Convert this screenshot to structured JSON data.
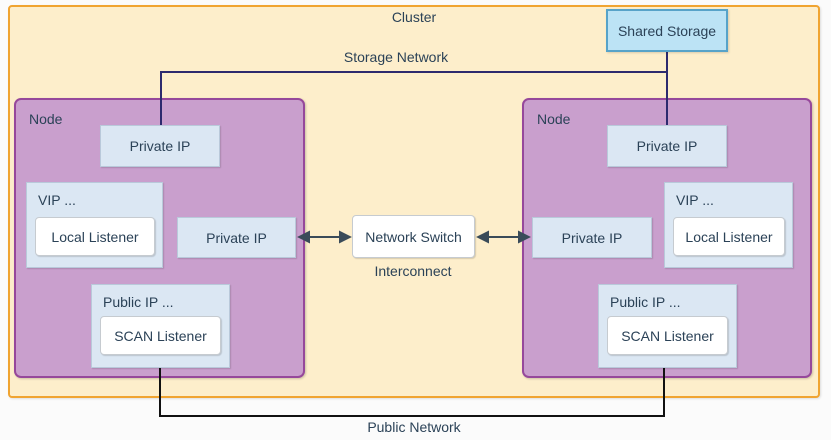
{
  "diagram": {
    "cluster_label": "Cluster",
    "shared_storage_label": "Shared Storage",
    "storage_network_label": "Storage Network",
    "network_switch_label": "Network Switch",
    "interconnect_label": "Interconnect",
    "public_network_label": "Public Network",
    "nodes": [
      {
        "label": "Node",
        "private_ip_top": "Private IP",
        "private_ip_mid": "Private IP",
        "vip_label": "VIP ...",
        "local_listener": "Local Listener",
        "public_ip_label": "Public IP ...",
        "scan_listener": "SCAN Listener"
      },
      {
        "label": "Node",
        "private_ip_top": "Private IP",
        "private_ip_mid": "Private IP",
        "vip_label": "VIP ...",
        "local_listener": "Local Listener",
        "public_ip_label": "Public IP ...",
        "scan_listener": "SCAN Listener"
      }
    ],
    "colors": {
      "cluster_fill": "#fdeecb",
      "cluster_border": "#f0a431",
      "node_fill": "#c99fcd",
      "node_border": "#96489b",
      "ip_box_fill": "#dbe7f3",
      "ip_box_border": "#b9c9da",
      "listener_box_fill": "#ffffff",
      "shared_storage_fill": "#bce3f5",
      "shared_storage_border": "#57a3c9",
      "storage_network_line": "#2d2a6e",
      "public_network_line": "#111111",
      "interconnect_arrow": "#3a4b59",
      "text": "#2b4257"
    }
  }
}
